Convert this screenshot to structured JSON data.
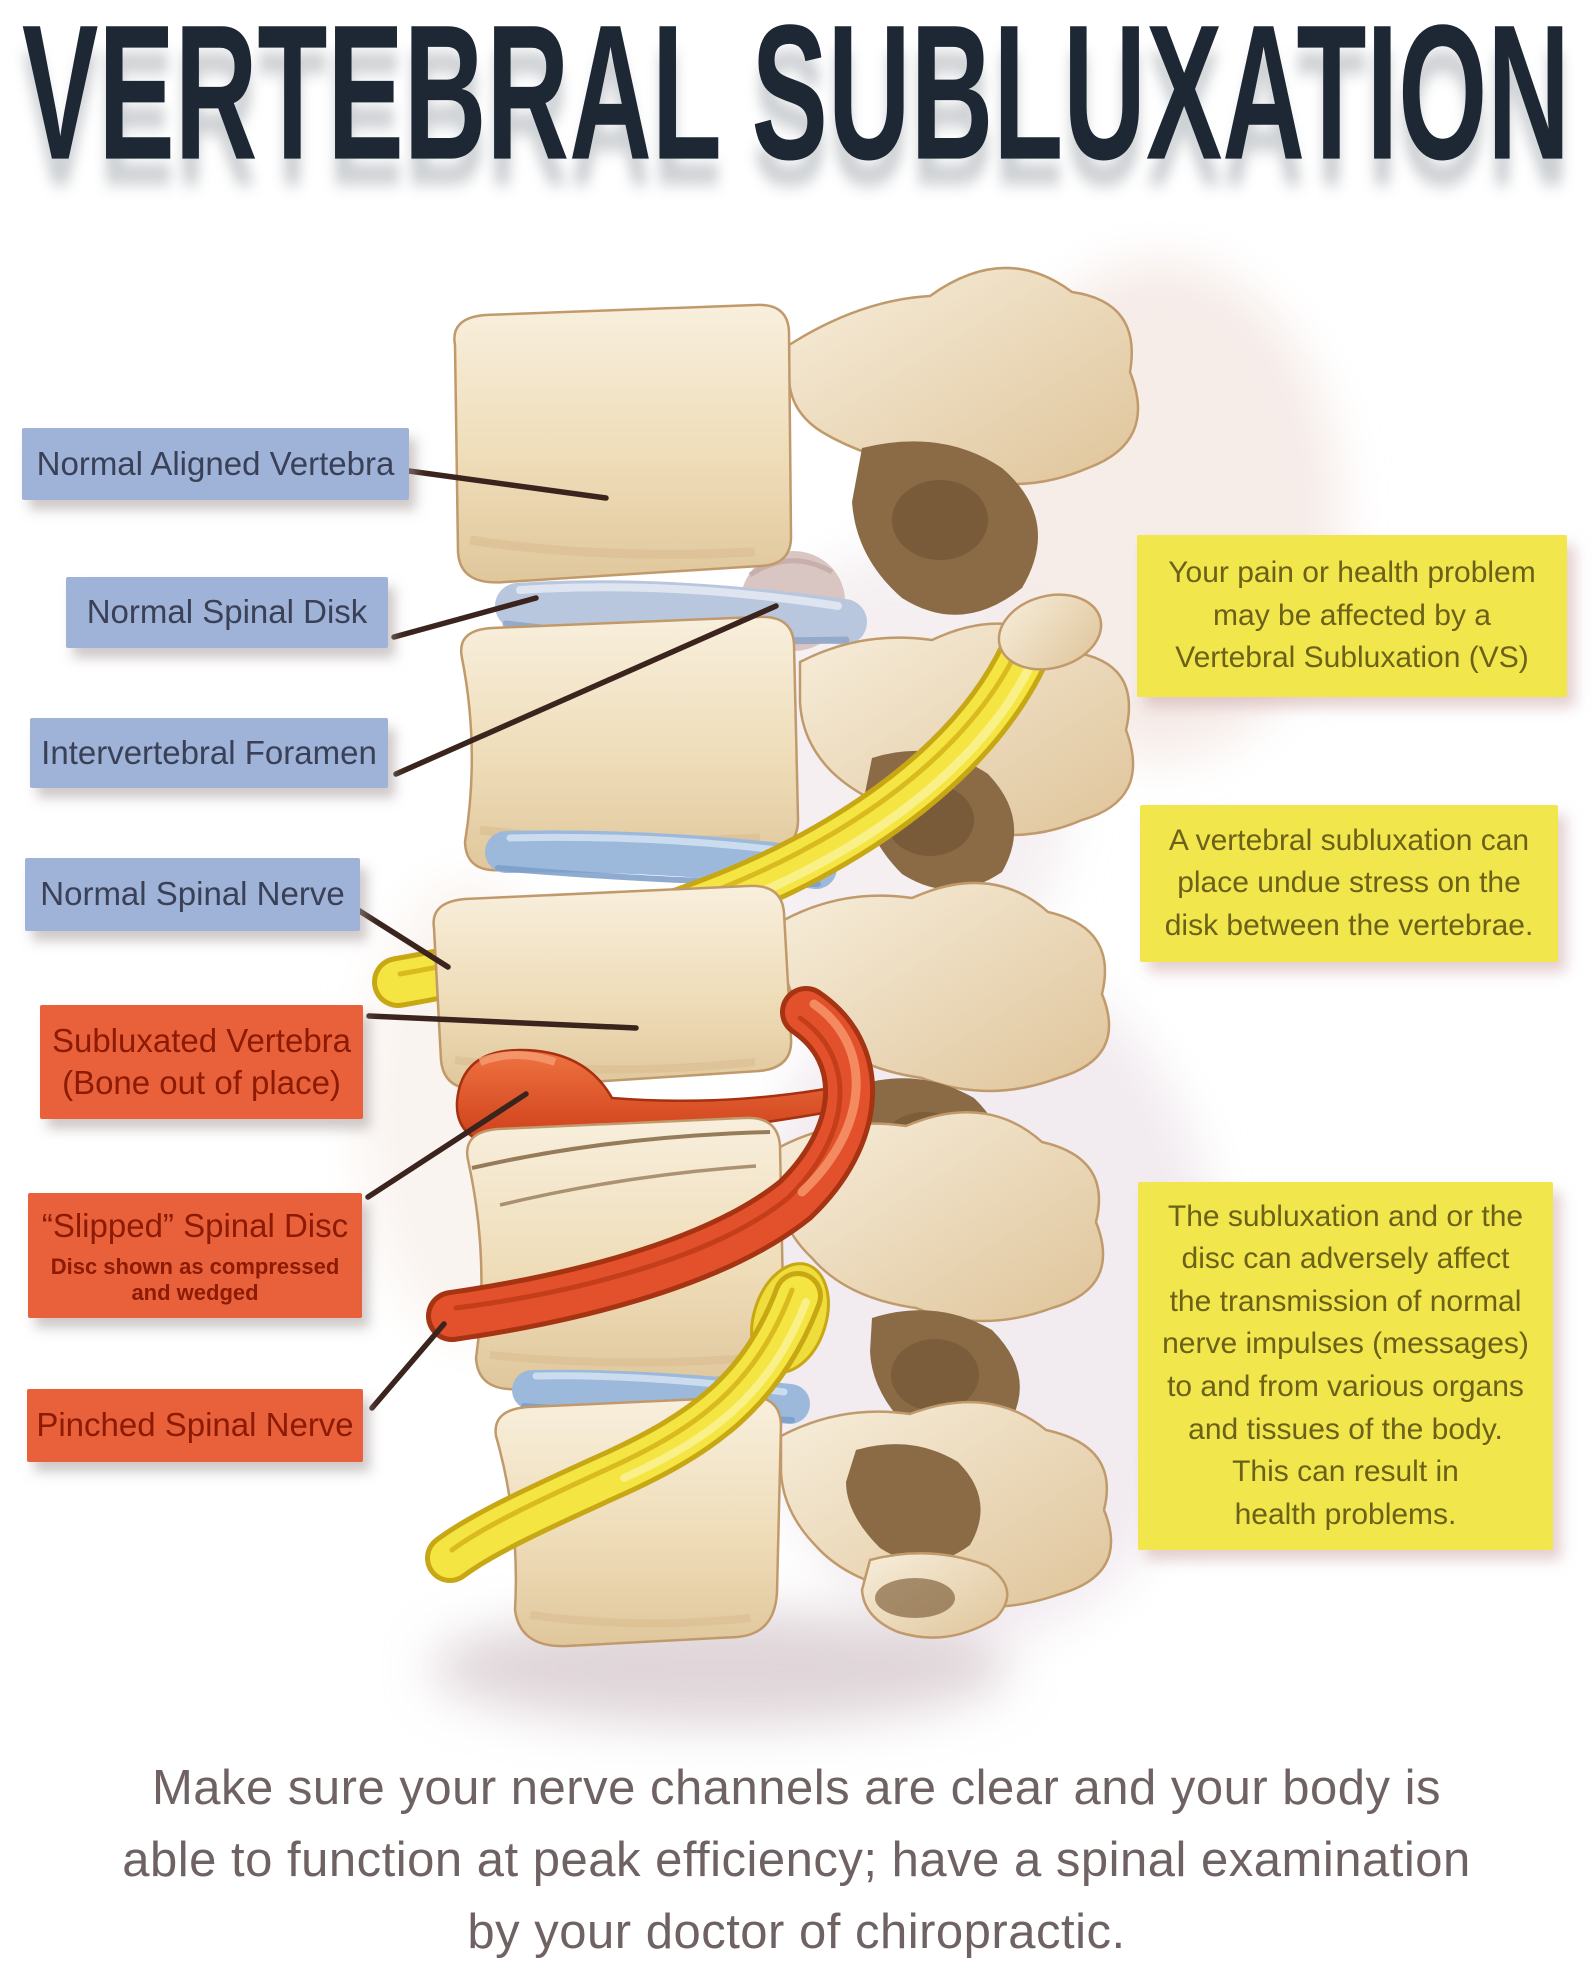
{
  "title": "VERTEBRAL SUBLUXATION",
  "callouts": {
    "normal_vertebra": "Normal Aligned Vertebra",
    "normal_disk": "Normal Spinal Disk",
    "foramen": "Intervertebral Foramen",
    "normal_nerve": "Normal Spinal Nerve",
    "subluxated_title": "Subluxated Vertebra",
    "subluxated_sub": "(Bone out of place)",
    "slipped_title": "“Slipped” Spinal Disc",
    "slipped_note": "Disc shown as compressed and wedged",
    "pinched": "Pinched Spinal Nerve"
  },
  "notes": {
    "pain": [
      "Your pain or health problem",
      "may be affected by a",
      "Vertebral Subluxation (VS)"
    ],
    "stress": [
      "A vertebral subluxation can",
      "place undue stress on the",
      "disk between the vertebrae."
    ],
    "transmission": [
      "The subluxation and or the",
      "disc can adversely affect",
      "the transmission of normal",
      "nerve impulses (messages)",
      "to and from various organs",
      "and tissues of the body.",
      "This can result in",
      "health problems."
    ]
  },
  "footer_lines": [
    "Make sure your nerve channels are clear and your body is",
    "able to function at peak efficiency; have a spinal examination",
    "by your doctor of chiropractic."
  ],
  "colors": {
    "title_navy": "#1d2834",
    "label_blue": "#9fb2d8",
    "label_orange": "#e8613a",
    "note_yellow": "#f1e64c",
    "footer_gray": "#6f6263",
    "connector_brown": "#3b241d",
    "bone": "#efddb9",
    "disc_blue": "#9cb9dc",
    "nerve_yellow": "#f4e542",
    "alert_red": "#e2512c"
  }
}
